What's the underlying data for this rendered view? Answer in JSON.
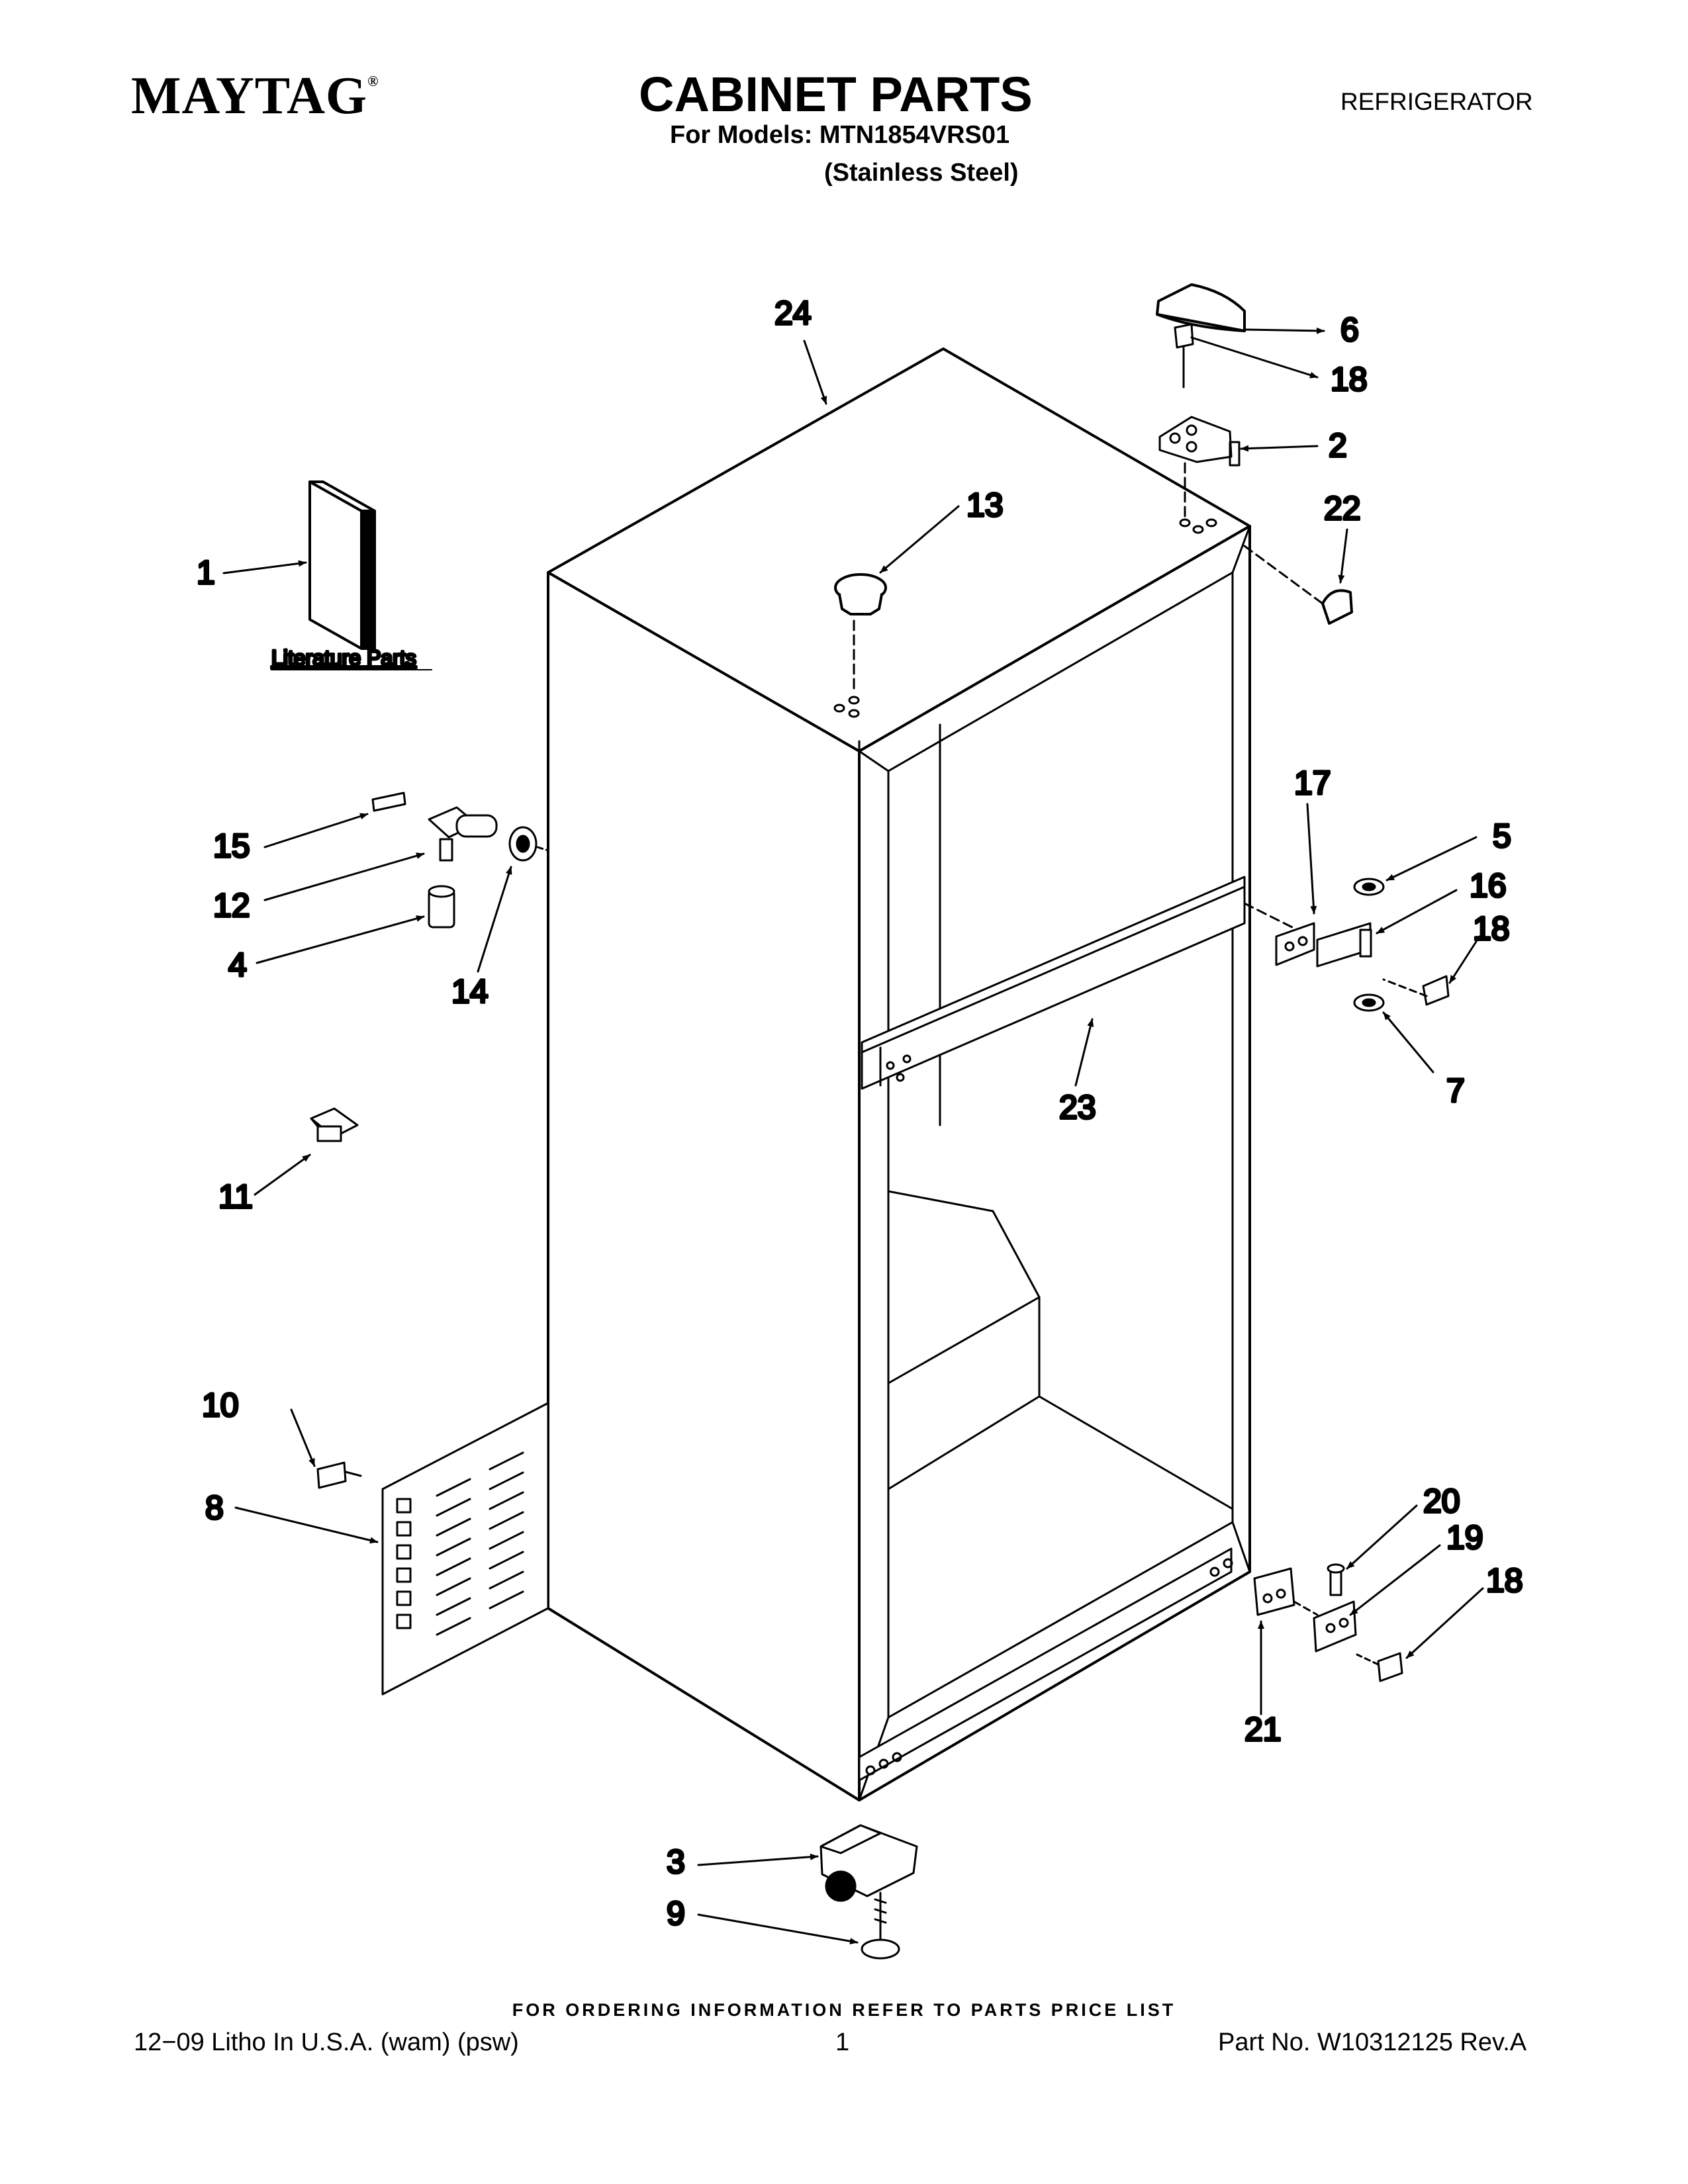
{
  "header": {
    "brand": "MAYTAG",
    "brand_mark": "®",
    "title": "CABINET PARTS",
    "models": "For Models: MTN1854VRS01",
    "variant": "(Stainless Steel)",
    "category": "REFRIGERATOR"
  },
  "diagram": {
    "literature_label": "Literature Parts",
    "callouts": [
      "1",
      "2",
      "3",
      "4",
      "5",
      "6",
      "7",
      "8",
      "9",
      "10",
      "11",
      "12",
      "13",
      "14",
      "15",
      "16",
      "17",
      "18",
      "18",
      "18",
      "19",
      "20",
      "21",
      "22",
      "23",
      "24"
    ]
  },
  "footer": {
    "ordering": "FOR ORDERING INFORMATION REFER TO PARTS PRICE LIST",
    "litho": "12−09 Litho In U.S.A. (wam) (psw)",
    "page": "1",
    "part_no": "Part No. W10312125 Rev.A"
  }
}
